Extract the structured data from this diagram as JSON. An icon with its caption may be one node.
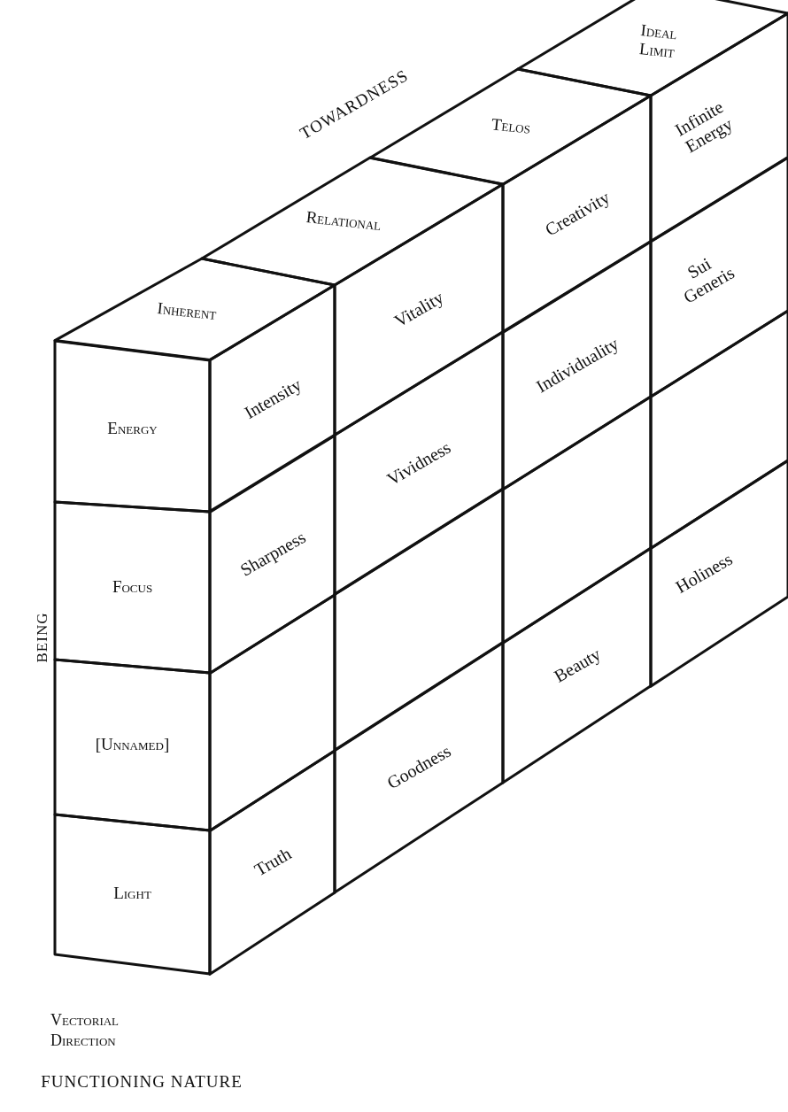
{
  "diagram": {
    "nodes": [
      {
        "text": [
          "Inherent"
        ]
      },
      {
        "text": [
          "Relational"
        ]
      },
      {
        "text": [
          "Telos"
        ]
      },
      {
        "text": [
          "Ideal Limit"
        ]
      },
      {
        "text": [
          "Energy"
        ]
      },
      {
        "text": [
          "Focus"
        ]
      },
      {
        "text": [
          "[Unnamed]"
        ]
      },
      {
        "text": [
          "Light"
        ]
      },
      {
        "text": [
          "Intensity"
        ]
      },
      {
        "text": [
          "Sharpness"
        ]
      },
      {
        "text": [],
        "shape": "box"
      },
      {
        "text": [
          "Truth"
        ]
      },
      {
        "text": [
          "Vitality"
        ]
      },
      {
        "text": [
          "Vividness"
        ]
      },
      {
        "text": [],
        "shape": "box"
      },
      {
        "text": [
          "Goodness"
        ]
      },
      {
        "text": [
          "Creativity"
        ]
      },
      {
        "text": [
          "Individuality"
        ]
      },
      {
        "text": [],
        "shape": "box"
      },
      {
        "text": [
          "Beauty"
        ]
      },
      {
        "text": [
          "Infinite Energy"
        ]
      },
      {
        "text": [
          "Sui Generis"
        ]
      },
      {
        "text": [],
        "shape": "box"
      },
      {
        "text": [
          "Holiness"
        ]
      }
    ],
    "labels": [
      "TOWARDNESS",
      "BEING",
      "Vectorial Direction",
      "FUNCTIONING NATURE"
    ]
  }
}
